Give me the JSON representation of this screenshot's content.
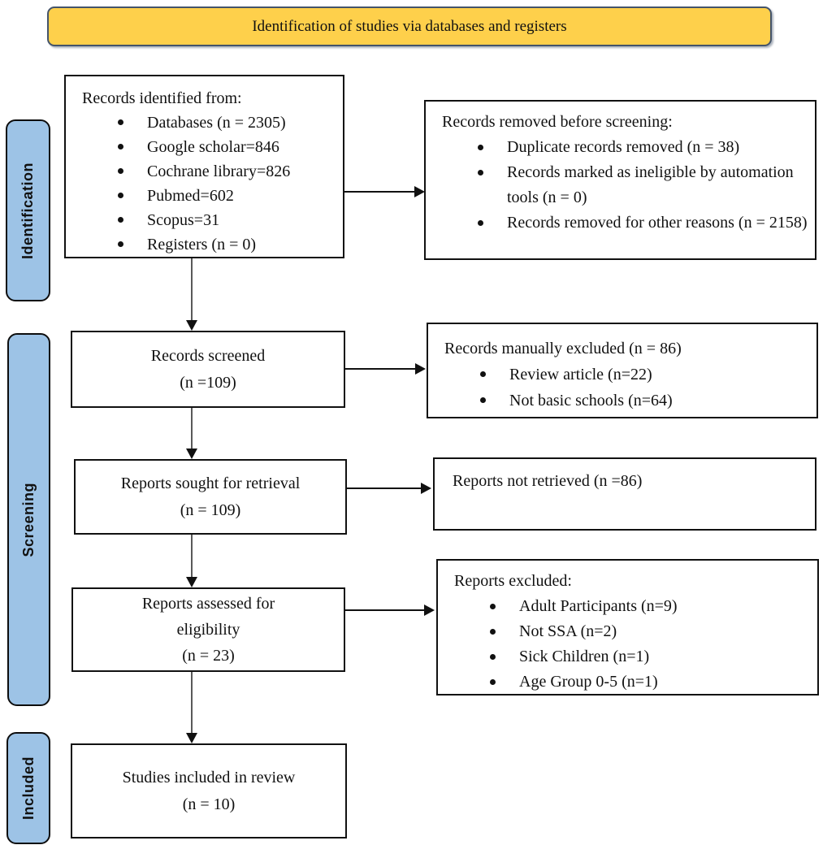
{
  "banner": {
    "title": "Identification of studies via databases and registers",
    "fill": "#FED04B",
    "border_color": "#44546A"
  },
  "stage_labels": {
    "identification": "Identification",
    "screening": "Screening",
    "included": "Included",
    "fill": "#9DC3E6"
  },
  "boxes": {
    "records_identified": {
      "heading": "Records identified from:",
      "bullets": [
        "Databases (n = 2305)",
        "Google scholar=846",
        "Cochrane library=826",
        "Pubmed=602",
        "Scopus=31",
        "Registers (n = 0)"
      ]
    },
    "records_removed": {
      "heading": "Records removed before screening:",
      "bullets": [
        "Duplicate records removed (n = 38)",
        "Records marked as ineligible by automation tools (n = 0)",
        "Records removed for other reasons (n = 2158)"
      ]
    },
    "records_screened": {
      "line1": "Records screened",
      "line2": "(n =109)"
    },
    "records_manually_excluded": {
      "heading": "Records manually excluded (n = 86)",
      "bullets": [
        "Review article (n=22)",
        "Not basic schools (n=64)"
      ]
    },
    "reports_sought": {
      "line1": "Reports sought for retrieval",
      "line2": "(n = 109)"
    },
    "reports_not_retrieved": {
      "text": "Reports not retrieved (n =86)"
    },
    "reports_assessed": {
      "line1": "Reports assessed for",
      "line2": "eligibility",
      "line3": "(n = 23)"
    },
    "reports_excluded": {
      "heading": "Reports excluded:",
      "bullets": [
        "Adult Participants (n=9)",
        "Not SSA (n=2)",
        "Sick Children (n=1)",
        "Age Group 0-5 (n=1)"
      ]
    },
    "studies_included": {
      "line1": "Studies included in review",
      "line2": "(n = 10)"
    }
  }
}
